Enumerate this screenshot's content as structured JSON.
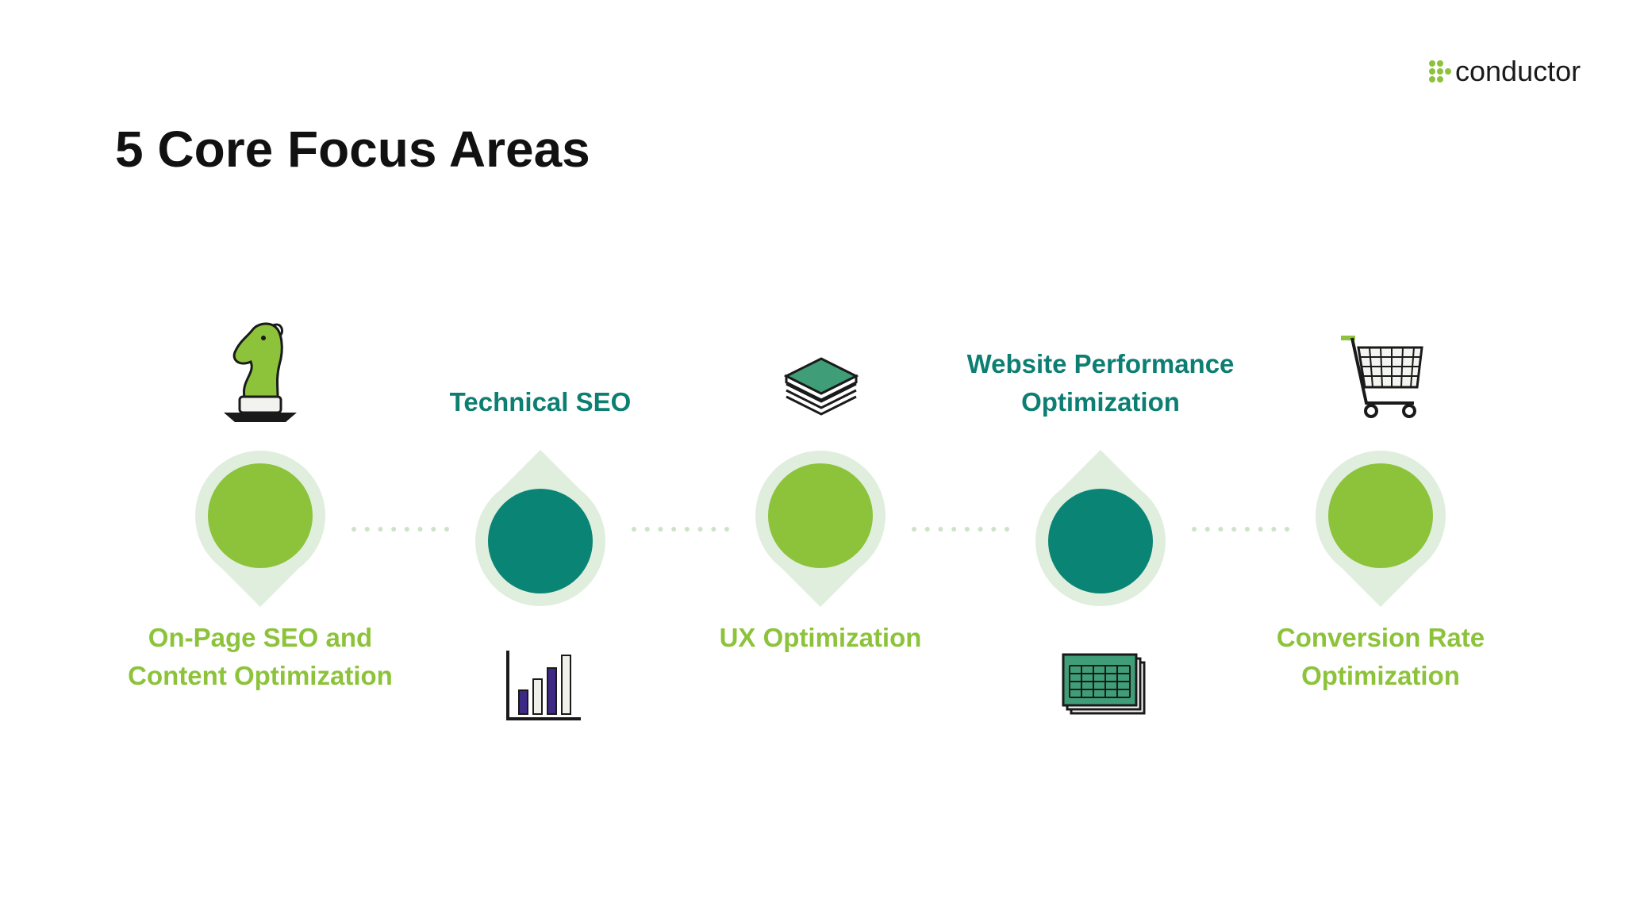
{
  "brand": {
    "name": "conductor"
  },
  "page": {
    "title": "5 Core Focus Areas"
  },
  "colors": {
    "lime": "#8cc33a",
    "teal": "#0a8474",
    "halo": "#dfeedd",
    "dots": "#cde3c8"
  },
  "steps": [
    {
      "label": "On-Page SEO and Content Optimization",
      "line1": "On-Page SEO and",
      "line2": "Content Optimization",
      "color": "lime",
      "pin": "down",
      "icon": "chess-knight-icon",
      "label_position": "below",
      "icon_position": "above"
    },
    {
      "label": "Technical SEO",
      "line1": "Technical SEO",
      "line2": "",
      "color": "teal",
      "pin": "up",
      "icon": "bar-chart-icon",
      "label_position": "above",
      "icon_position": "below"
    },
    {
      "label": "UX Optimization",
      "line1": "UX Optimization",
      "line2": "",
      "color": "lime",
      "pin": "down",
      "icon": "layers-stack-icon",
      "label_position": "below",
      "icon_position": "above"
    },
    {
      "label": "Website Performance Optimization",
      "line1": "Website Performance",
      "line2": "Optimization",
      "color": "teal",
      "pin": "up",
      "icon": "spreadsheet-stack-icon",
      "label_position": "above",
      "icon_position": "below"
    },
    {
      "label": "Conversion Rate Optimization",
      "line1": "Conversion Rate",
      "line2": "Optimization",
      "color": "lime",
      "pin": "down",
      "icon": "shopping-cart-icon",
      "label_position": "below",
      "icon_position": "above"
    }
  ]
}
